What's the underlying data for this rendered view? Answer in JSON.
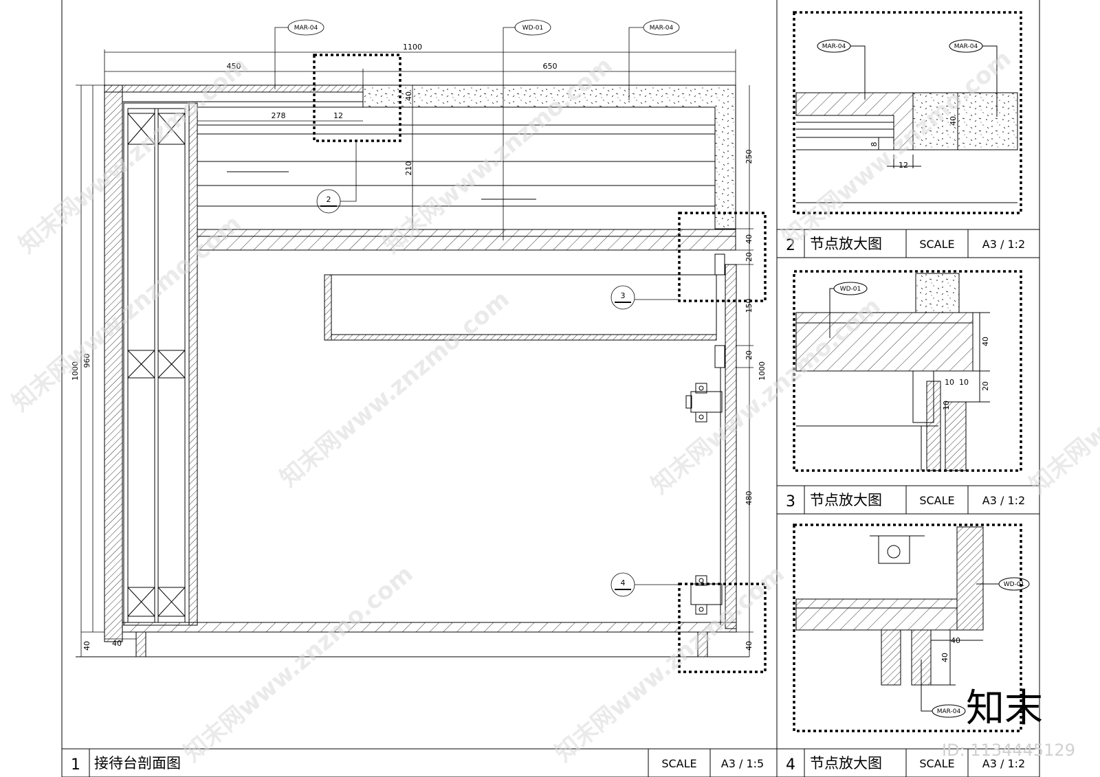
{
  "materials": {
    "mar": "MAR-04",
    "wd": "WD-01"
  },
  "main": {
    "dims": {
      "overall_width": "1100",
      "left_width": "450",
      "right_width": "650",
      "height_outer": "1000",
      "height_inner": "960",
      "height_right": "1000",
      "base": "40",
      "plinth": "40",
      "plinth_right": "40",
      "top_thk": "40",
      "d278": "278",
      "d12": "12",
      "d210": "210",
      "d250": "250",
      "d40": "40",
      "d20a": "20",
      "d150": "150",
      "d20b": "20",
      "d480": "480"
    },
    "callouts": [
      "2",
      "3",
      "4"
    ]
  },
  "detail2": {
    "dims": {
      "thk": "40",
      "d8": "8",
      "d12": "12"
    }
  },
  "detail3": {
    "dims": {
      "thk": "40",
      "d20": "20",
      "d10a": "10",
      "d10b": "10",
      "d10c": "10"
    }
  },
  "detail4": {
    "dims": {
      "w": "40",
      "h": "40"
    }
  },
  "title_blocks": [
    {
      "num": "1",
      "title": "接待台剖面图",
      "scale_label": "SCALE",
      "scale": "A3 / 1:5"
    },
    {
      "num": "2",
      "title": "节点放大图",
      "scale_label": "SCALE",
      "scale": "A3 / 1:2"
    },
    {
      "num": "3",
      "title": "节点放大图",
      "scale_label": "SCALE",
      "scale": "A3 / 1:2"
    },
    {
      "num": "4",
      "title": "节点放大图",
      "scale_label": "SCALE",
      "scale": "A3 / 1:2"
    }
  ],
  "watermark": {
    "site": "知末网www.znzmo.com",
    "logo": "知末",
    "id": "ID: 1134445129"
  }
}
